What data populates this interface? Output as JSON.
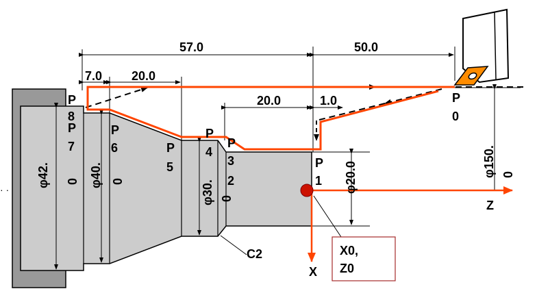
{
  "colors": {
    "part_fill": "#cccccc",
    "chuck_fill": "#999999",
    "outline": "#000000",
    "toolpath": "#ff4500",
    "axis": "#ff4500",
    "origin_dot": "#cc1100",
    "insert": "#ff8c00",
    "callout_border": "#a52a2a"
  },
  "dimensions": {
    "d57": "57.0",
    "d50": "50.0",
    "d7": "7.0",
    "d20a": "20.0",
    "d20b": "20.0",
    "d1": "1.0",
    "phi42_a": "φ42.",
    "phi42_b": "0",
    "phi40_a": "φ40.",
    "phi40_b": "0",
    "phi30_a": "φ30.",
    "phi30_b": "0",
    "phi20": "φ20.0",
    "phi150_a": "φ150.",
    "phi150_b": "0"
  },
  "points": {
    "p8_a": "P",
    "p8_b": "8",
    "p7_a": "P",
    "p7_b": "7",
    "p6_a": "P",
    "p6_b": "6",
    "p5_a": "P",
    "p5_b": "5",
    "p4_a": "P",
    "p4_b": "4",
    "p3_a": "P",
    "p3_b": "3",
    "p2_a": "P",
    "p2_b": "2",
    "p1_a": "P",
    "p1_b": "1",
    "p0_a": "P",
    "p0_b": "0"
  },
  "labels": {
    "chamfer": "C2",
    "axis_x": "X",
    "axis_z": "Z",
    "origin_line1": "X0,",
    "origin_line2": "Z0",
    "left_dots": "· ·"
  }
}
